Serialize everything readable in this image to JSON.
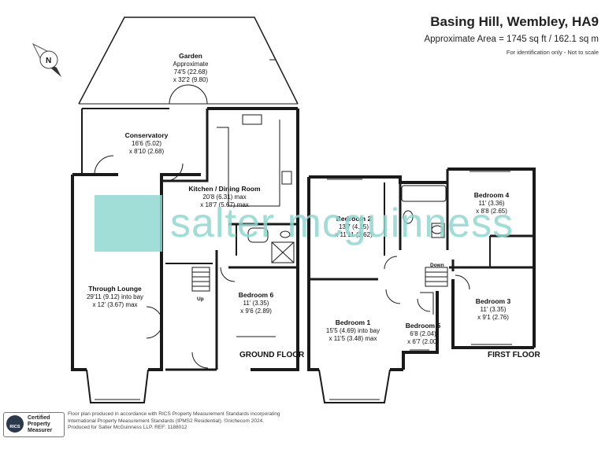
{
  "header": {
    "title": "Basing Hill, Wembley, HA9",
    "area": "Approximate Area = 1745 sq ft / 162.1 sq m",
    "note": "For identification only - Not to scale"
  },
  "compass": {
    "letter": "N"
  },
  "rooms": {
    "garden": {
      "name": "Garden",
      "line1": "Approximate",
      "line2": "74'5 (22.68)",
      "line3": "x 32'2 (9.80)"
    },
    "conservatory": {
      "name": "Conservatory",
      "line1": "16'6 (5.02)",
      "line2": "x 8'10 (2.68)"
    },
    "kitchen": {
      "name": "Kitchen / Dining Room",
      "line1": "20'8 (6.31) max",
      "line2": "x 18'7 (5.67) max"
    },
    "lounge": {
      "name": "Through Lounge",
      "line1": "29'11 (9.12) into bay",
      "line2": "x 12' (3.67) max"
    },
    "bedroom6": {
      "name": "Bedroom 6",
      "line1": "11' (3.35)",
      "line2": "x 9'6 (2.89)"
    },
    "bedroom2": {
      "name": "Bedroom 2",
      "line1": "13'7 (4.15)",
      "line2": "x 11'11 (3.62)"
    },
    "bedroom4": {
      "name": "Bedroom 4",
      "line1": "11' (3.36)",
      "line2": "x 8'8 (2.65)"
    },
    "bedroom1": {
      "name": "Bedroom 1",
      "line1": "15'5 (4.69) into bay",
      "line2": "x 11'5 (3.48) max"
    },
    "bedroom5": {
      "name": "Bedroom 5",
      "line1": "6'8 (2.04)",
      "line2": "x 6'7 (2.00)"
    },
    "bedroom3": {
      "name": "Bedroom 3",
      "line1": "11' (3.35)",
      "line2": "x 9'1 (2.76)"
    }
  },
  "labels": {
    "up": "Up",
    "down": "Down",
    "ground_floor": "GROUND FLOOR",
    "first_floor": "FIRST FLOOR"
  },
  "watermark": {
    "text": "salter mcguinness"
  },
  "footer": {
    "line1": "Floor plan produced in accordance with RICS Property Measurement Standards incorporating",
    "line2": "International Property Measurement Standards (IPMS2 Residential). ©nichecom 2024.",
    "line3": "Produced for Salter McGuinness LLP.   REF:  1188012"
  },
  "rics": {
    "logo": "RICS",
    "line1": "Certified",
    "line2": "Property",
    "line3": "Measurer"
  },
  "colors": {
    "wall": "#1a1a1a",
    "watermark": "#8fd8d0"
  }
}
